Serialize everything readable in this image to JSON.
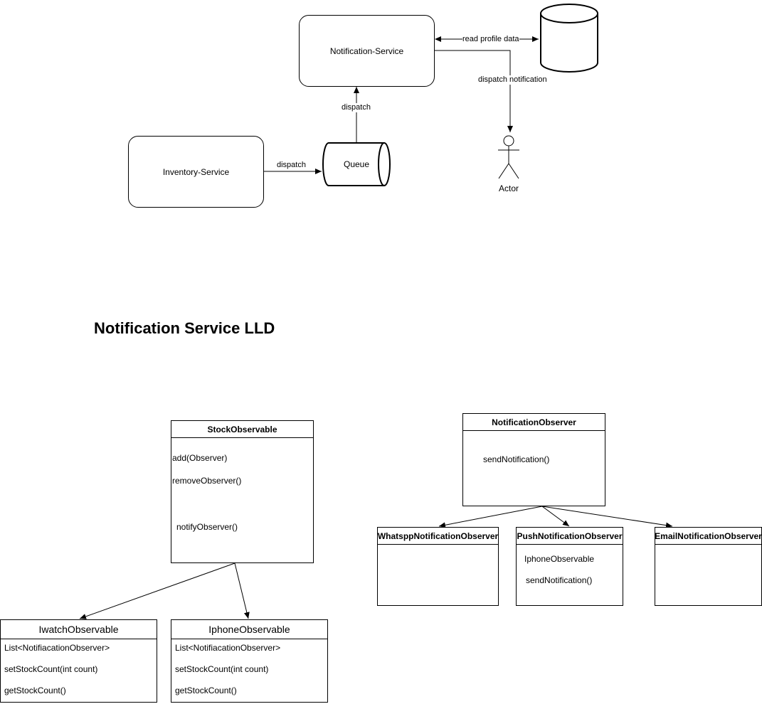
{
  "hld": {
    "notification_service": "Notification-Service",
    "inventory_service": "Inventory-Service",
    "queue": "Queue",
    "actor": "Actor",
    "edge_read_profile": "read profile data",
    "edge_dispatch_notification": "dispatch notification",
    "edge_dispatch_up": "dispatch",
    "edge_dispatch_right": "dispatch"
  },
  "lld_title": "Notification Service LLD",
  "stock_observable": {
    "name": "StockObservable",
    "methods": [
      "add(Observer)",
      "removeObserver()",
      "notifyObserver()"
    ]
  },
  "iwatch_observable": {
    "name": "IwatchObservable",
    "members": [
      "List<NotifiacationObserver>",
      "setStockCount(int count)",
      "getStockCount()"
    ]
  },
  "iphone_observable": {
    "name": "IphoneObservable",
    "members": [
      "List<NotifiacationObserver>",
      "setStockCount(int count)",
      "getStockCount()"
    ]
  },
  "notification_observer": {
    "name": "NotificationObserver",
    "methods": [
      "sendNotification()"
    ]
  },
  "whatsapp_observer": {
    "name": "WhatsppNotificationObserver"
  },
  "push_observer": {
    "name": "PushNotificationObserver",
    "members": [
      "IphoneObservable",
      "sendNotification()"
    ]
  },
  "email_observer": {
    "name": "EmailNotificationObserver"
  }
}
